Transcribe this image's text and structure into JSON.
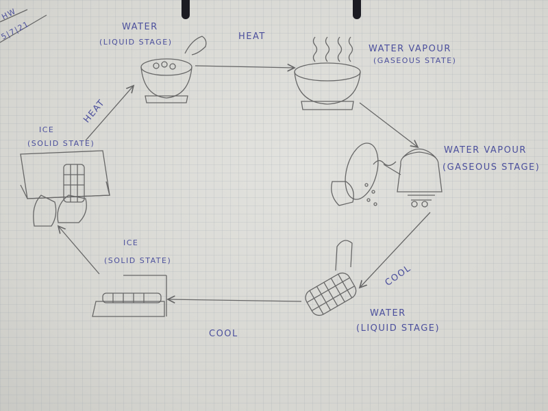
{
  "header": {
    "subject": "HW",
    "date": "5|7|21"
  },
  "stages": {
    "water_top": {
      "title": "WATER",
      "state": "(LIQUID STAGE)"
    },
    "vapour_top": {
      "title": "WATER VAPOUR",
      "state": "(GASEOUS STATE)"
    },
    "vapour_kettle": {
      "title": "WATER VAPOUR",
      "state": "(GASEOUS STAGE)"
    },
    "water_bottom": {
      "title": "WATER",
      "state": "(LIQUID STAGE)"
    },
    "ice_bottom": {
      "title": "ICE",
      "state": "(SOLID STATE)"
    },
    "ice_left": {
      "title": "ICE",
      "state": "(SOLID STATE)"
    }
  },
  "processes": {
    "heat_top": "HEAT",
    "cool_right": "COOL",
    "cool_bottom": "COOL",
    "heat_left": "HEAT"
  },
  "colors": {
    "ink": "#4b4f9c",
    "pencil": "#6a6a6a",
    "paper": "#d9d9d4"
  }
}
